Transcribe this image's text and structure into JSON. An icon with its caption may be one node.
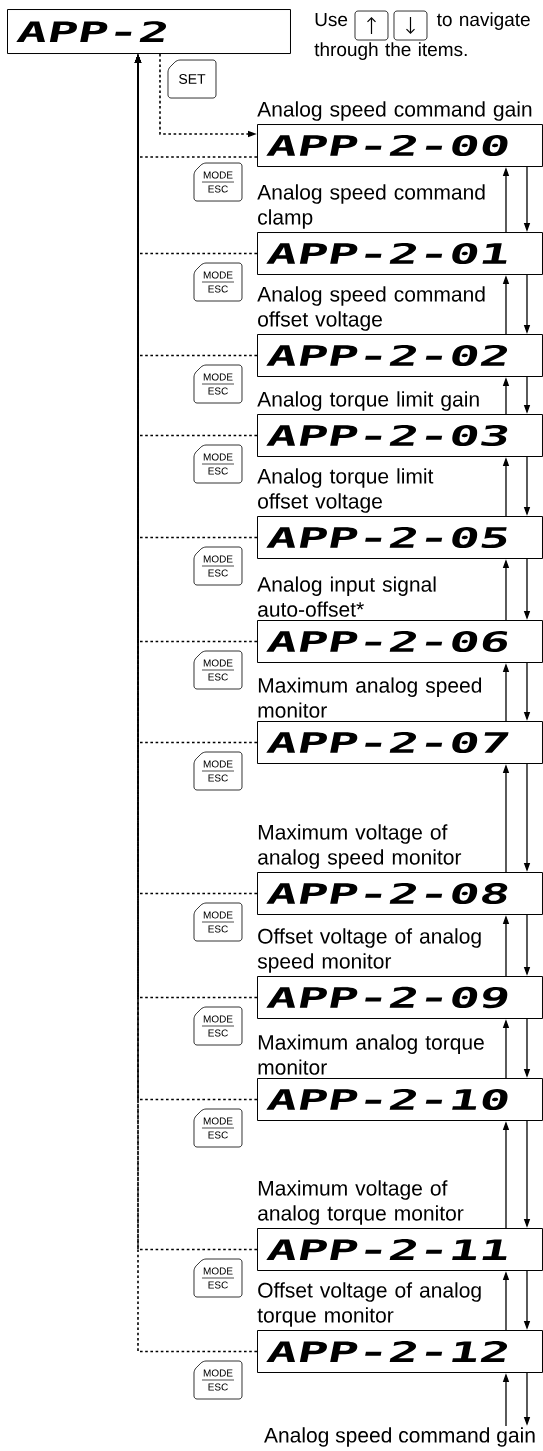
{
  "diagram": {
    "nodes": [
      {
        "text": [
          "APP-2"
        ]
      },
      {
        "text": [
          "APP-2-00"
        ],
        "beside": [
          "Analog speed command gain"
        ]
      },
      {
        "text": [
          "APP-2-01"
        ],
        "beside": [
          "Analog speed command clamp"
        ]
      },
      {
        "text": [
          "APP-2-02"
        ],
        "beside": [
          "Analog speed command offset voltage"
        ]
      },
      {
        "text": [
          "APP-2-03"
        ],
        "beside": [
          "Analog torque limit gain"
        ]
      },
      {
        "text": [
          "APP-2-05"
        ],
        "beside": [
          "Analog torque limit offset voltage"
        ]
      },
      {
        "text": [
          "APP-2-06"
        ],
        "beside": [
          "Analog input signal auto-offset*"
        ]
      },
      {
        "text": [
          "APP-2-07"
        ],
        "beside": [
          "Maximum analog speed monitor"
        ]
      },
      {
        "text": [
          "APP-2-08"
        ],
        "beside": [
          "Maximum voltage of analog speed monitor"
        ]
      },
      {
        "text": [
          "APP-2-09"
        ],
        "beside": [
          "Offset voltage of analog speed monitor"
        ]
      },
      {
        "text": [
          "APP-2-10"
        ],
        "beside": [
          "Maximum analog torque monitor"
        ]
      },
      {
        "text": [
          "APP-2-11"
        ],
        "beside": [
          "Maximum voltage of analog torque monitor"
        ]
      },
      {
        "text": [
          "APP-2-12"
        ],
        "beside": [
          "Offset voltage of analog torque monitor"
        ]
      },
      {
        "text": [
          "Analog speed command gain"
        ]
      }
    ],
    "edges": [
      {
        "from": 0,
        "to": 1,
        "arrow": "to",
        "style": "dashed",
        "label": "SET"
      },
      {
        "from": 1,
        "to": 0,
        "arrow": "to",
        "style": "dashed",
        "label": "MODE ESC"
      },
      {
        "from": 2,
        "to": 0,
        "arrow": "to",
        "style": "dashed",
        "label": "MODE ESC"
      },
      {
        "from": 3,
        "to": 0,
        "arrow": "to",
        "style": "dashed",
        "label": "MODE ESC"
      },
      {
        "from": 4,
        "to": 0,
        "arrow": "to",
        "style": "dashed",
        "label": "MODE ESC"
      },
      {
        "from": 5,
        "to": 0,
        "arrow": "to",
        "style": "dashed",
        "label": "MODE ESC"
      },
      {
        "from": 6,
        "to": 0,
        "arrow": "to",
        "style": "dashed",
        "label": "MODE ESC"
      },
      {
        "from": 7,
        "to": 0,
        "arrow": "to",
        "style": "dashed",
        "label": "MODE ESC"
      },
      {
        "from": 8,
        "to": 0,
        "arrow": "to",
        "style": "dashed",
        "label": "MODE ESC"
      },
      {
        "from": 9,
        "to": 0,
        "arrow": "to",
        "style": "dashed",
        "label": "MODE ESC"
      },
      {
        "from": 10,
        "to": 0,
        "arrow": "to",
        "style": "dashed",
        "label": "MODE ESC"
      },
      {
        "from": 11,
        "to": 0,
        "arrow": "to",
        "style": "dashed",
        "label": "MODE ESC"
      },
      {
        "from": 12,
        "to": 0,
        "arrow": "to",
        "style": "dashed",
        "label": "MODE ESC"
      },
      {
        "from": 1,
        "to": 2,
        "arrow": "to"
      },
      {
        "from": 2,
        "to": 1,
        "arrow": "to"
      },
      {
        "from": 2,
        "to": 3,
        "arrow": "to"
      },
      {
        "from": 3,
        "to": 2,
        "arrow": "to"
      },
      {
        "from": 3,
        "to": 4,
        "arrow": "to"
      },
      {
        "from": 4,
        "to": 3,
        "arrow": "to"
      },
      {
        "from": 4,
        "to": 5,
        "arrow": "to"
      },
      {
        "from": 5,
        "to": 4,
        "arrow": "to"
      },
      {
        "from": 5,
        "to": 6,
        "arrow": "to"
      },
      {
        "from": 6,
        "to": 5,
        "arrow": "to"
      },
      {
        "from": 6,
        "to": 7,
        "arrow": "to"
      },
      {
        "from": 7,
        "to": 6,
        "arrow": "to"
      },
      {
        "from": 7,
        "to": 8,
        "arrow": "to"
      },
      {
        "from": 8,
        "to": 7,
        "arrow": "to"
      },
      {
        "from": 8,
        "to": 9,
        "arrow": "to"
      },
      {
        "from": 9,
        "to": 8,
        "arrow": "to"
      },
      {
        "from": 9,
        "to": 10,
        "arrow": "to"
      },
      {
        "from": 10,
        "to": 9,
        "arrow": "to"
      },
      {
        "from": 10,
        "to": 11,
        "arrow": "to"
      },
      {
        "from": 11,
        "to": 10,
        "arrow": "to"
      },
      {
        "from": 11,
        "to": 12,
        "arrow": "to"
      },
      {
        "from": 12,
        "to": 11,
        "arrow": "to"
      },
      {
        "from": 12,
        "to": 13,
        "arrow": "to"
      },
      {
        "from": 13,
        "to": 12,
        "arrow": "to"
      }
    ],
    "labels": [
      "Use",
      "to navigate through the items."
    ]
  }
}
